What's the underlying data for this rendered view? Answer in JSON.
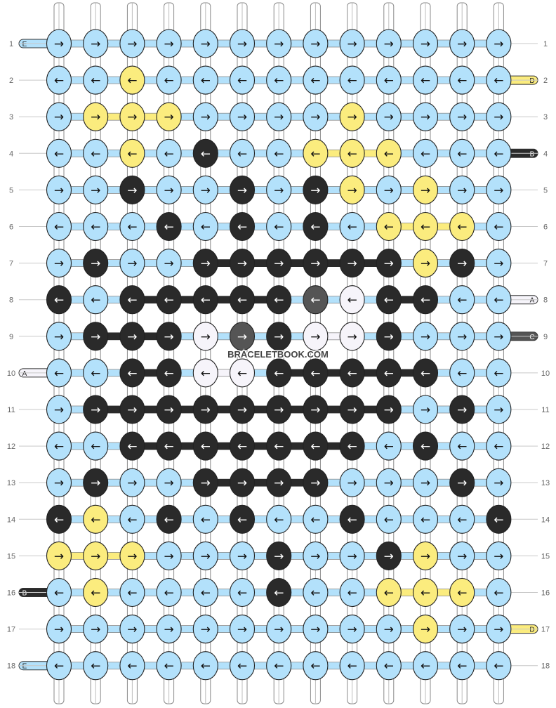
{
  "watermark": "BRACELETBOOK.COM",
  "colors": {
    "L": "#b3e1fb",
    "Y": "#fbec7e",
    "K": "#2a2a2a",
    "W": "#f6f4fa",
    "G": "#555555"
  },
  "left_tags": [
    {
      "row": 1,
      "label": "E",
      "color": "L"
    },
    {
      "row": 10,
      "label": "A",
      "color": "W"
    },
    {
      "row": 16,
      "label": "B",
      "color": "K"
    },
    {
      "row": 18,
      "label": "E",
      "color": "L"
    }
  ],
  "right_tags": [
    {
      "row": 2,
      "label": "D",
      "color": "Y"
    },
    {
      "row": 4,
      "label": "B",
      "color": "K"
    },
    {
      "row": 8,
      "label": "A",
      "color": "W"
    },
    {
      "row": 9,
      "label": "C",
      "color": "G"
    },
    {
      "row": 17,
      "label": "D",
      "color": "Y"
    }
  ],
  "rows": [
    {
      "num": "1",
      "dir": "→",
      "knots": "LLLLLLLLLLLLL"
    },
    {
      "num": "2",
      "dir": "←",
      "knots": "LLYLLLLLLLLLL"
    },
    {
      "num": "3",
      "dir": "→",
      "knots": "LYYYLLLLYLLLL"
    },
    {
      "num": "4",
      "dir": "←",
      "knots": "LLYLKLLYYYLLL"
    },
    {
      "num": "5",
      "dir": "→",
      "knots": "LLKLLKLKYLYLL"
    },
    {
      "num": "6",
      "dir": "←",
      "knots": "LLLKLKLKLYYYL"
    },
    {
      "num": "7",
      "dir": "→",
      "knots": "LKLLKKKKKKYKL"
    },
    {
      "num": "8",
      "dir": "←",
      "knots": "KLKKKKKGWKKLL"
    },
    {
      "num": "9",
      "dir": "→",
      "knots": "LKKKWGKWWKLLL"
    },
    {
      "num": "10",
      "dir": "←",
      "knots": "LLKKWWKKKKKLL"
    },
    {
      "num": "11",
      "dir": "→",
      "knots": "LKKKKKKKKKLKL"
    },
    {
      "num": "12",
      "dir": "←",
      "knots": "LLKKKKKKKLKLL"
    },
    {
      "num": "13",
      "dir": "→",
      "knots": "LKLLKKKKLLLKL"
    },
    {
      "num": "14",
      "dir": "←",
      "knots": "KYLKLKLLKLLLK"
    },
    {
      "num": "15",
      "dir": "→",
      "knots": "YYYLLLKLLKYLL"
    },
    {
      "num": "16",
      "dir": "←",
      "knots": "LYLLLLKLLYYYL"
    },
    {
      "num": "17",
      "dir": "→",
      "knots": "LLLLLLLLLLYLL"
    },
    {
      "num": "18",
      "dir": "←",
      "knots": "LLLLLLLLLLLLL"
    }
  ]
}
